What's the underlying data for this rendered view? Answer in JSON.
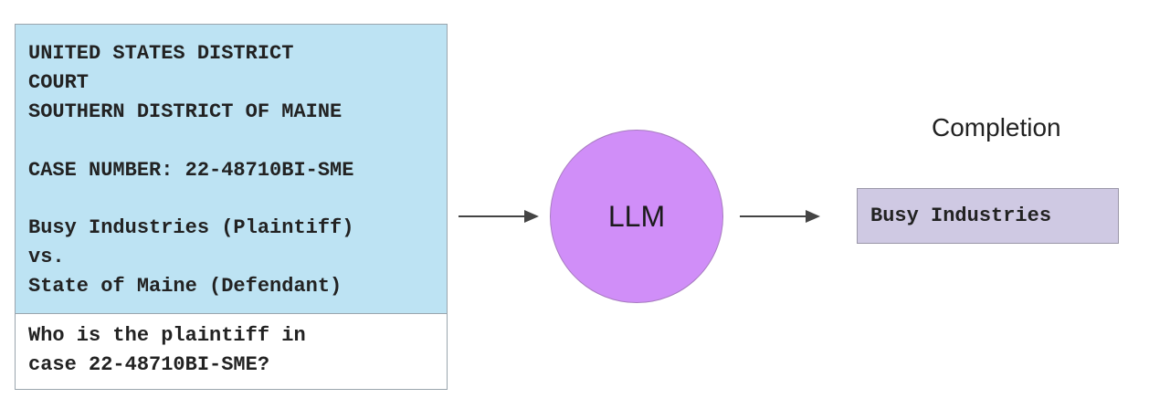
{
  "prompt": {
    "document_lines": [
      "UNITED STATES DISTRICT",
      "COURT",
      "SOUTHERN DISTRICT OF MAINE",
      "CASE NUMBER: 22-48710BI-SME",
      "Busy Industries (Plaintiff)",
      "vs.",
      "State of Maine (Defendant)"
    ],
    "question_lines": [
      "Who is the plaintiff in",
      "case 22-48710BI-SME?"
    ],
    "document_bg_color": "#bde3f3",
    "question_bg_color": "#ffffff"
  },
  "model": {
    "label": "LLM",
    "color": "#d08ef8"
  },
  "completion": {
    "heading": "Completion",
    "text": "Busy Industries",
    "color": "#cfc9e3"
  }
}
